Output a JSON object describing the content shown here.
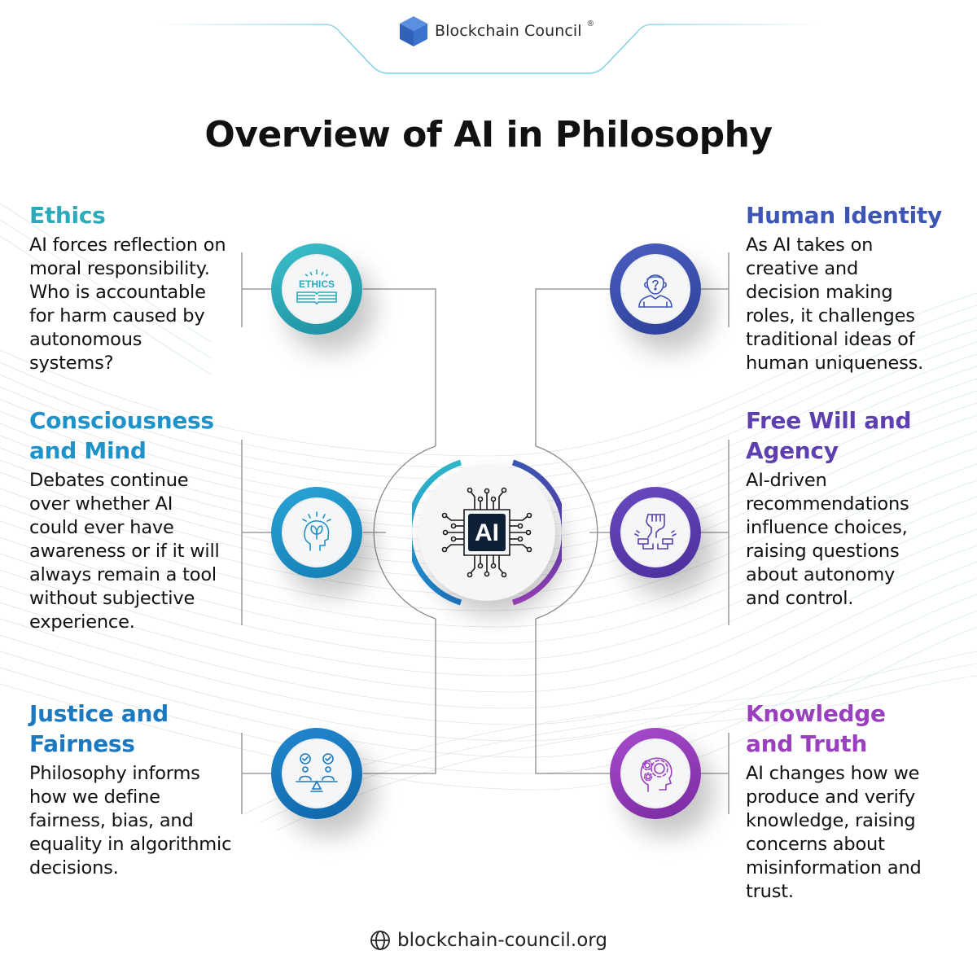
{
  "header": {
    "brand_name": "Blockchain Council",
    "brand_mark": "®",
    "logo_icon": "cube-icon"
  },
  "title": "Overview of AI in Philosophy",
  "center": {
    "label": "AI",
    "icon": "ai-chip-icon"
  },
  "colors": {
    "ethics": "#2aaabb",
    "consciousness": "#1f93c9",
    "justice": "#1a79c0",
    "human_identity": "#3d55b4",
    "free_will": "#5d3fb0",
    "knowledge": "#9a3fbf",
    "text": "#111111"
  },
  "sections": {
    "ethics": {
      "heading": "Ethics",
      "body_lines": [
        "AI forces reflection on",
        "moral responsibility.",
        "Who is accountable",
        "for harm caused by",
        "autonomous",
        "systems?"
      ],
      "icon": "ethics-book-icon",
      "icon_text": "ETHICS"
    },
    "consciousness": {
      "heading_lines": [
        "Consciousness",
        "and Mind"
      ],
      "body_lines": [
        "Debates continue",
        "over whether AI",
        "could ever have",
        "awareness or if it will",
        "always remain a tool",
        "without subjective",
        "experience."
      ],
      "icon": "mind-growth-icon"
    },
    "justice": {
      "heading_lines": [
        "Justice and",
        "Fairness"
      ],
      "body_lines": [
        "Philosophy informs",
        "how we define",
        "fairness, bias, and",
        "equality in algorithmic",
        "decisions."
      ],
      "icon": "balance-scale-people-icon"
    },
    "human_identity": {
      "heading": "Human Identity",
      "body_lines": [
        "As AI takes on",
        "creative and",
        "decision making",
        "roles, it challenges",
        "traditional ideas of",
        "human uniqueness."
      ],
      "icon": "person-question-icon"
    },
    "free_will": {
      "heading_lines": [
        "Free Will and",
        "Agency"
      ],
      "body_lines": [
        "AI-driven",
        "recommendations",
        "influence choices,",
        "raising questions",
        "about autonomy",
        "and control."
      ],
      "icon": "fist-broken-chain-icon"
    },
    "knowledge": {
      "heading_lines": [
        "Knowledge",
        "and Truth"
      ],
      "body_lines": [
        "AI changes how we",
        "produce and verify",
        "knowledge, raising",
        "concerns about",
        "misinformation and",
        "trust."
      ],
      "icon": "head-gears-icon"
    }
  },
  "footer": {
    "url": "blockchain-council.org",
    "icon": "globe-icon"
  }
}
